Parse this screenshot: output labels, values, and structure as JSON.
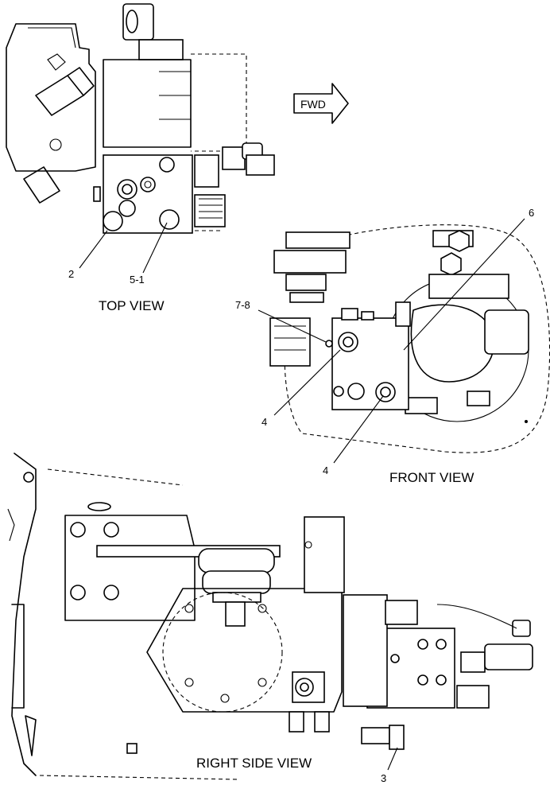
{
  "direction_arrow": {
    "label": "FWD"
  },
  "views": {
    "top": "TOP VIEW",
    "front": "FRONT VIEW",
    "right_side": "RIGHT SIDE VIEW"
  },
  "callouts": {
    "c2": "2",
    "c5_1": "5-1",
    "c6": "6",
    "c7_8": "7-8",
    "c4a": "4",
    "c4b": "4",
    "c3": "3"
  }
}
